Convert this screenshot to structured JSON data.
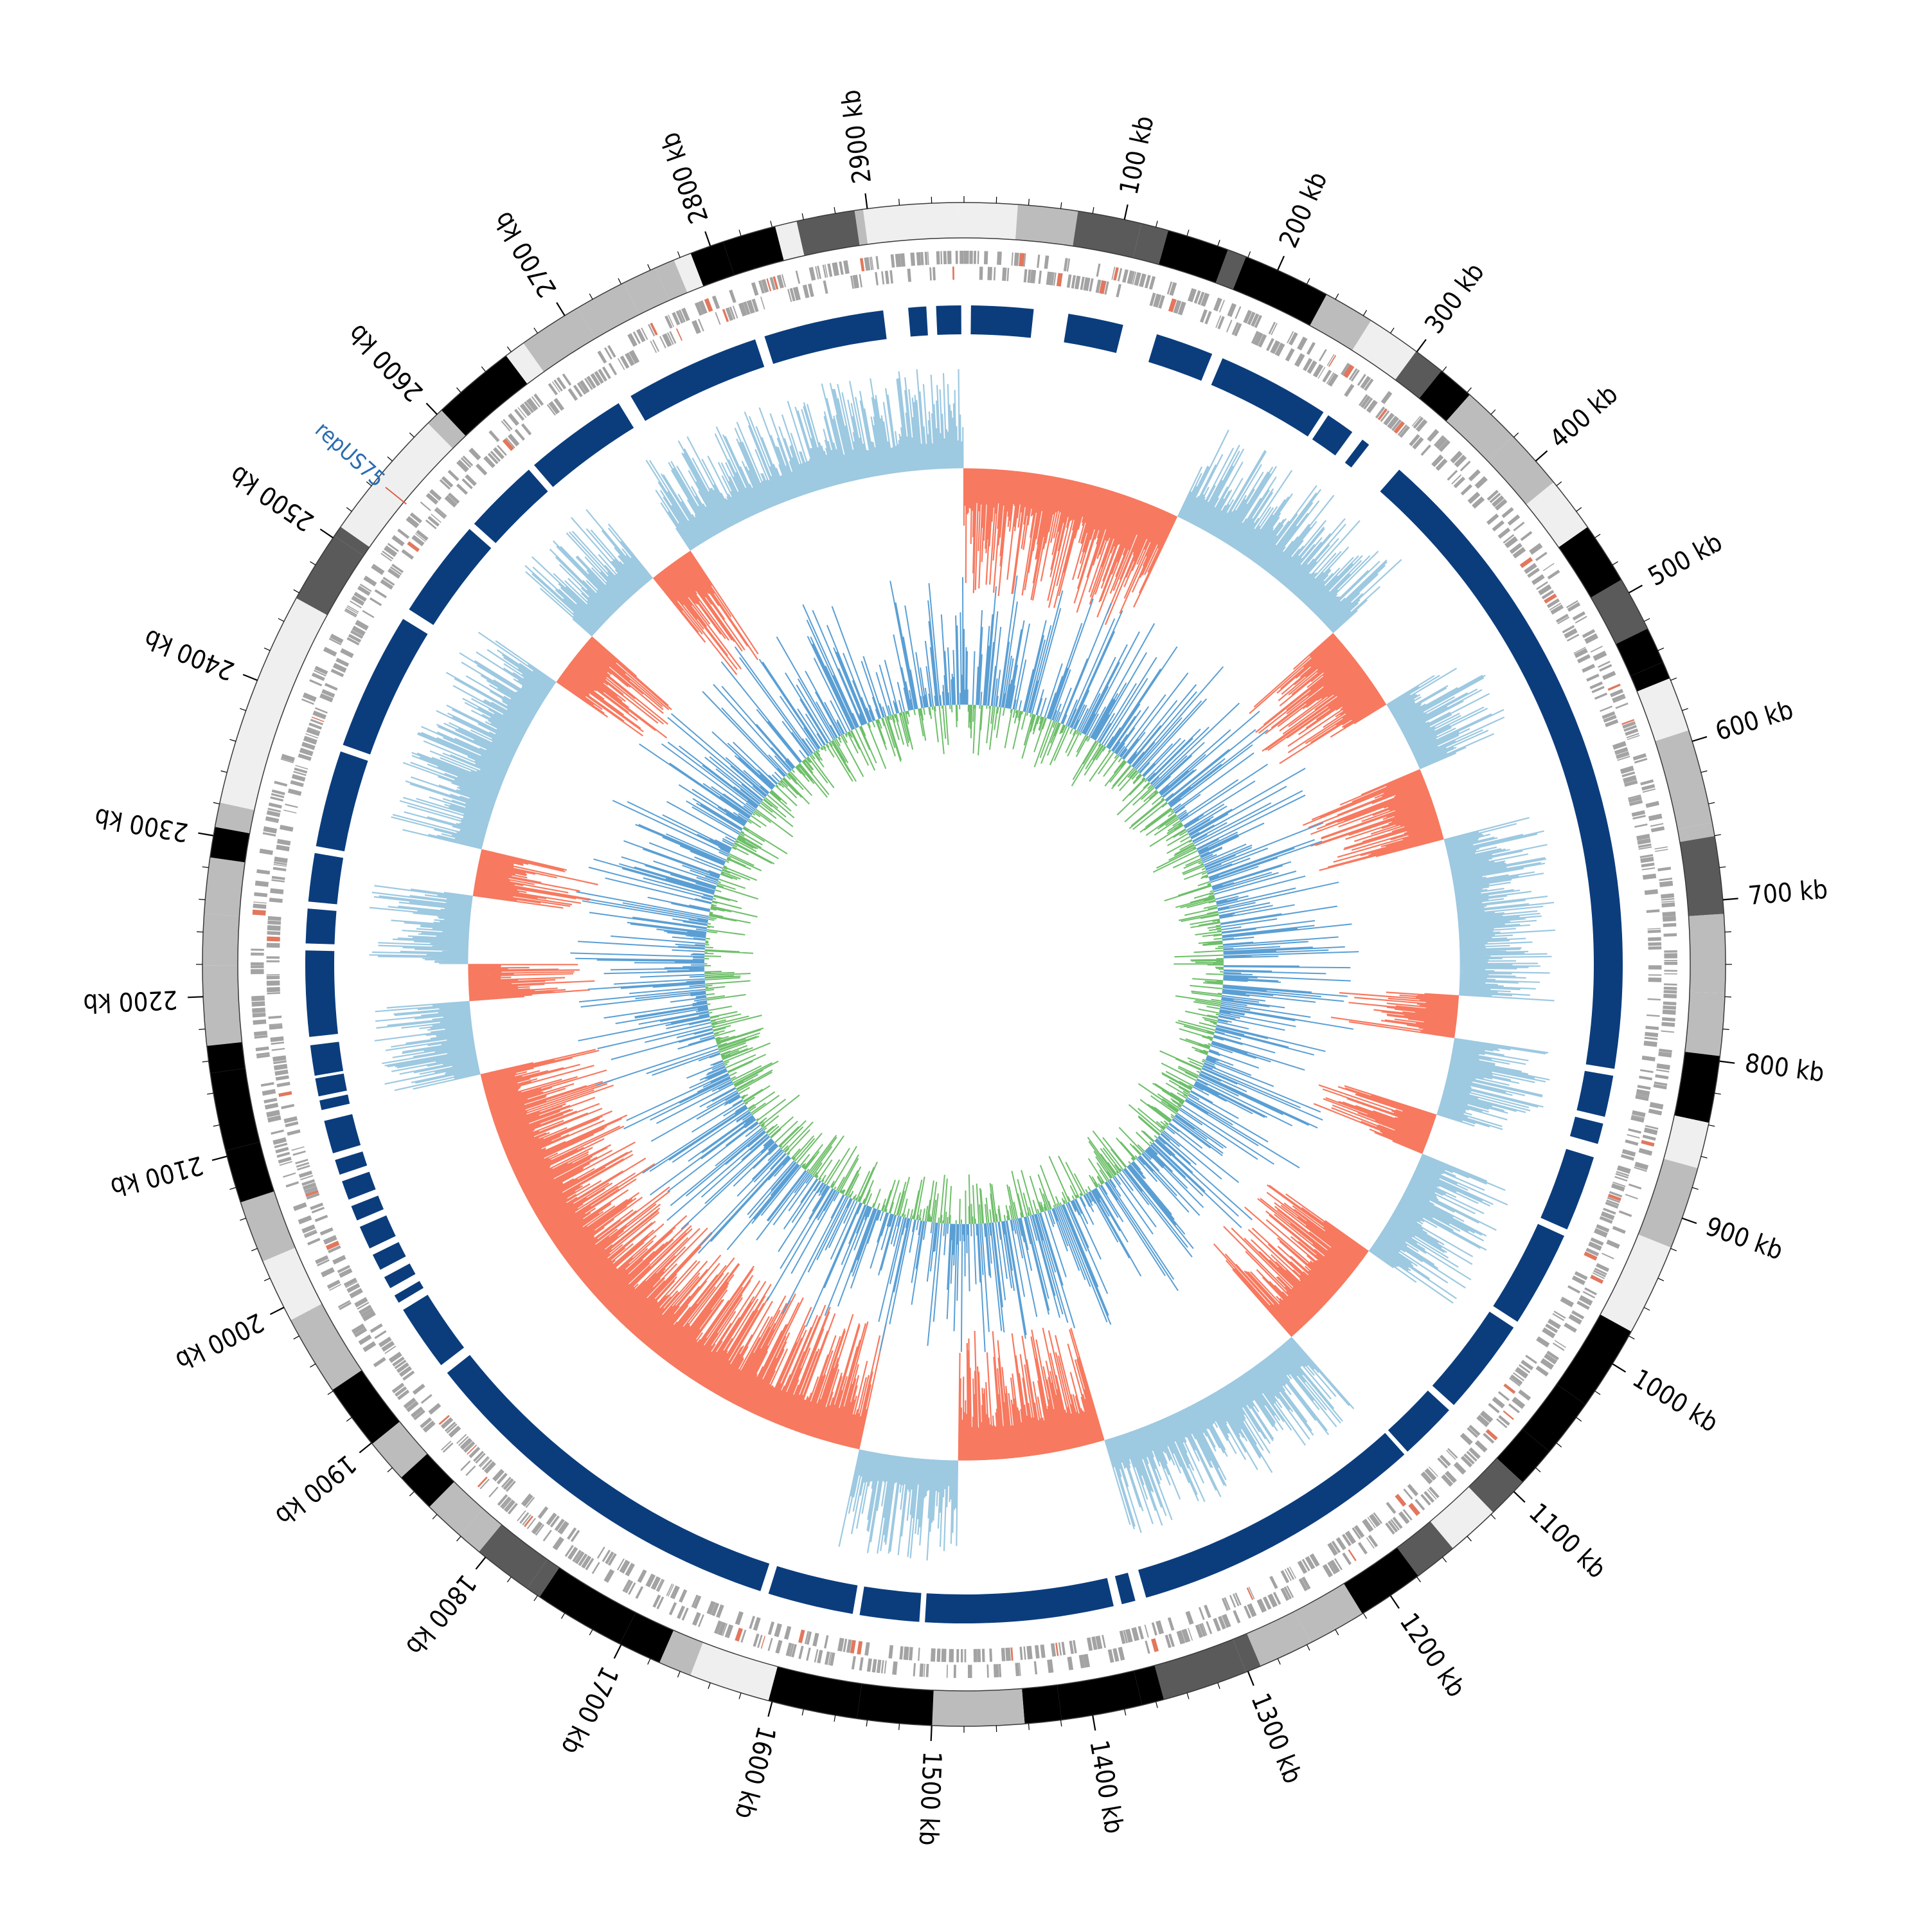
{
  "chart_data": {
    "type": "circular-genome-map",
    "genome_length_kb": 2960,
    "position_axis": {
      "unit": "kb",
      "major_tick_step_kb": 100,
      "minor_tick_step_kb": 20,
      "tick_labels": [
        "100 kb",
        "200 kb",
        "300 kb",
        "400 kb",
        "500 kb",
        "600 kb",
        "700 kb",
        "800 kb",
        "900 kb",
        "1000 kb",
        "1100 kb",
        "1200 kb",
        "1300 kb",
        "1400 kb",
        "1500 kb",
        "1600 kb",
        "1700 kb",
        "1800 kb",
        "1900 kb",
        "2000 kb",
        "2100 kb",
        "2200 kb",
        "2300 kb",
        "2400 kb",
        "2500 kb",
        "2600 kb",
        "2700 kb",
        "2800 kb",
        "2900 kb"
      ]
    },
    "annotations": [
      {
        "label": "repUS75",
        "position_kb": 2545,
        "label_color": "#2b6cb0",
        "line_color": "#e2553e"
      }
    ],
    "tracks": {
      "outer_segments_palette": [
        "#000000",
        "#5a5a5a",
        "#bcbcbc",
        "#efefef"
      ],
      "gene_features_color": "#a3a3a3",
      "gene_features_highlight_color": "#e2775e",
      "blocks": {
        "color": "#0b3d7d",
        "segments_kb": [
          [
            2920,
            2933
          ],
          [
            2940,
            2958
          ],
          [
            5,
            50
          ],
          [
            75,
            115
          ],
          [
            140,
            182
          ],
          [
            190,
            272
          ],
          [
            276,
            297
          ],
          [
            306,
            312
          ],
          [
            340,
            815
          ],
          [
            820,
            850
          ],
          [
            855,
            870
          ],
          [
            880,
            935
          ],
          [
            940,
            1010
          ],
          [
            1015,
            1085
          ],
          [
            1090,
            1132
          ],
          [
            1135,
            1348
          ],
          [
            1356,
            1366
          ],
          [
            1372,
            1508
          ],
          [
            1512,
            1555
          ],
          [
            1560,
            1622
          ],
          [
            1628,
            1905
          ],
          [
            1912,
            1960
          ],
          [
            1966,
            1972
          ],
          [
            1978,
            1987
          ],
          [
            1993,
            2005
          ],
          [
            2010,
            2027
          ],
          [
            2032,
            2043
          ],
          [
            2048,
            2062
          ],
          [
            2067,
            2078
          ],
          [
            2083,
            2107
          ],
          [
            2115,
            2122
          ],
          [
            2125,
            2138
          ],
          [
            2140,
            2162
          ],
          [
            2168,
            2230
          ],
          [
            2235,
            2260
          ],
          [
            2265,
            2300
          ],
          [
            2305,
            2375
          ],
          [
            2380,
            2480
          ],
          [
            2488,
            2560
          ],
          [
            2565,
            2620
          ],
          [
            2625,
            2700
          ],
          [
            2710,
            2808
          ],
          [
            2815,
            2902
          ]
        ]
      },
      "gc_skew": {
        "baseline_fraction": 0.56,
        "positive_color": "#9dc9e1",
        "negative_color": "#f7795f",
        "sign_segments_kb": [
          [
            0,
            210,
            "negative"
          ],
          [
            210,
            395,
            "positive"
          ],
          [
            395,
            480,
            "negative"
          ],
          [
            480,
            550,
            "positive"
          ],
          [
            550,
            620,
            "negative"
          ],
          [
            620,
            770,
            "positive"
          ],
          [
            770,
            810,
            "negative"
          ],
          [
            810,
            885,
            "positive"
          ],
          [
            885,
            925,
            "negative"
          ],
          [
            925,
            1030,
            "positive"
          ],
          [
            1030,
            1140,
            "negative"
          ],
          [
            1140,
            1345,
            "positive"
          ],
          [
            1345,
            1485,
            "negative"
          ],
          [
            1485,
            1580,
            "positive"
          ],
          [
            1580,
            2115,
            "negative"
          ],
          [
            2115,
            2185,
            "positive"
          ],
          [
            2185,
            2220,
            "negative"
          ],
          [
            2220,
            2285,
            "positive"
          ],
          [
            2285,
            2330,
            "negative"
          ],
          [
            2330,
            2505,
            "positive"
          ],
          [
            2505,
            2560,
            "negative"
          ],
          [
            2560,
            2640,
            "positive"
          ],
          [
            2640,
            2685,
            "negative"
          ],
          [
            2685,
            2960,
            "positive"
          ]
        ]
      },
      "gc_content": {
        "baseline_fraction": 0.3,
        "above_color": "#5a9fd4",
        "below_color": "#6ebf6a"
      }
    }
  }
}
